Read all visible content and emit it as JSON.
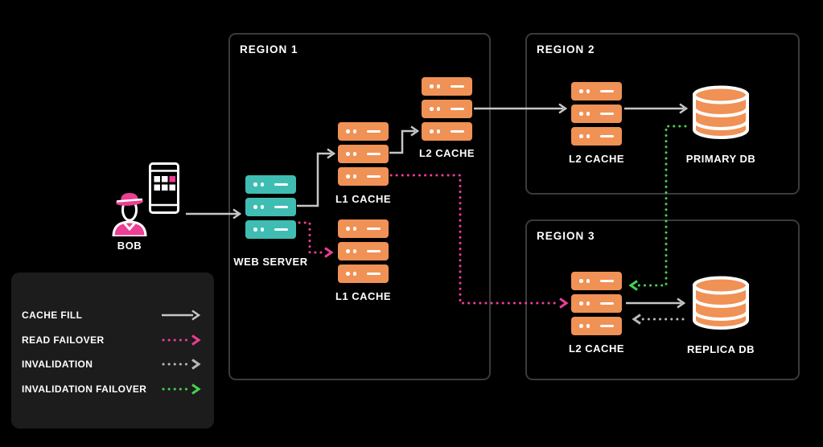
{
  "colors": {
    "bg": "#000000",
    "panel": "#1C1C1C",
    "region-border": "#3A3A3A",
    "orange": "#F09155",
    "teal": "#3FBDB2",
    "pink": "#EC3E92",
    "green": "#47D14F",
    "arrow-gray": "#C6C6C6",
    "dot-gray": "#B8B8B8",
    "text": "#FFFFFF"
  },
  "regions": [
    {
      "title": "REGION 1"
    },
    {
      "title": "REGION 2"
    },
    {
      "title": "REGION 3"
    }
  ],
  "nodes": {
    "bob": {
      "label": "BOB",
      "icon": "person-with-phone"
    },
    "web_server": {
      "label": "WEB SERVER",
      "color": "teal"
    },
    "l1_cache_a": {
      "label": "L1 CACHE",
      "color": "orange"
    },
    "l1_cache_b": {
      "label": "L1 CACHE",
      "color": "orange"
    },
    "l2_cache_r1": {
      "label": "L2 CACHE",
      "color": "orange"
    },
    "l2_cache_r2": {
      "label": "L2 CACHE",
      "color": "orange"
    },
    "primary_db": {
      "label": "PRIMARY DB",
      "icon": "database-cylinder"
    },
    "l2_cache_r3": {
      "label": "L2 CACHE",
      "color": "orange"
    },
    "replica_db": {
      "label": "REPLICA DB",
      "icon": "database-cylinder"
    }
  },
  "edges": [
    {
      "from": "bob",
      "to": "web_server",
      "type": "cache_fill"
    },
    {
      "from": "web_server",
      "to": "l1_cache_a",
      "type": "cache_fill"
    },
    {
      "from": "l1_cache_a",
      "to": "l2_cache_r1",
      "type": "cache_fill"
    },
    {
      "from": "l2_cache_r1",
      "to": "l2_cache_r2",
      "type": "cache_fill"
    },
    {
      "from": "l2_cache_r2",
      "to": "primary_db",
      "type": "cache_fill"
    },
    {
      "from": "l2_cache_r3",
      "to": "replica_db",
      "type": "cache_fill"
    },
    {
      "from": "web_server",
      "to": "l1_cache_b",
      "type": "read_failover"
    },
    {
      "from": "l1_cache_a",
      "to": "l2_cache_r3",
      "type": "read_failover"
    },
    {
      "from": "primary_db",
      "to": "l2_cache_r3",
      "type": "invalidation_failover"
    },
    {
      "from": "replica_db",
      "to": "l2_cache_r3",
      "type": "invalidation"
    }
  ],
  "legend": {
    "items": [
      {
        "label": "CACHE FILL",
        "style": "solid",
        "color": "#C6C6C6"
      },
      {
        "label": "READ FAILOVER",
        "style": "dotted",
        "color": "#EC3E92"
      },
      {
        "label": "INVALIDATION",
        "style": "dotted",
        "color": "#B8B8B8"
      },
      {
        "label": "INVALIDATION FAILOVER",
        "style": "dotted",
        "color": "#47D14F"
      }
    ]
  }
}
